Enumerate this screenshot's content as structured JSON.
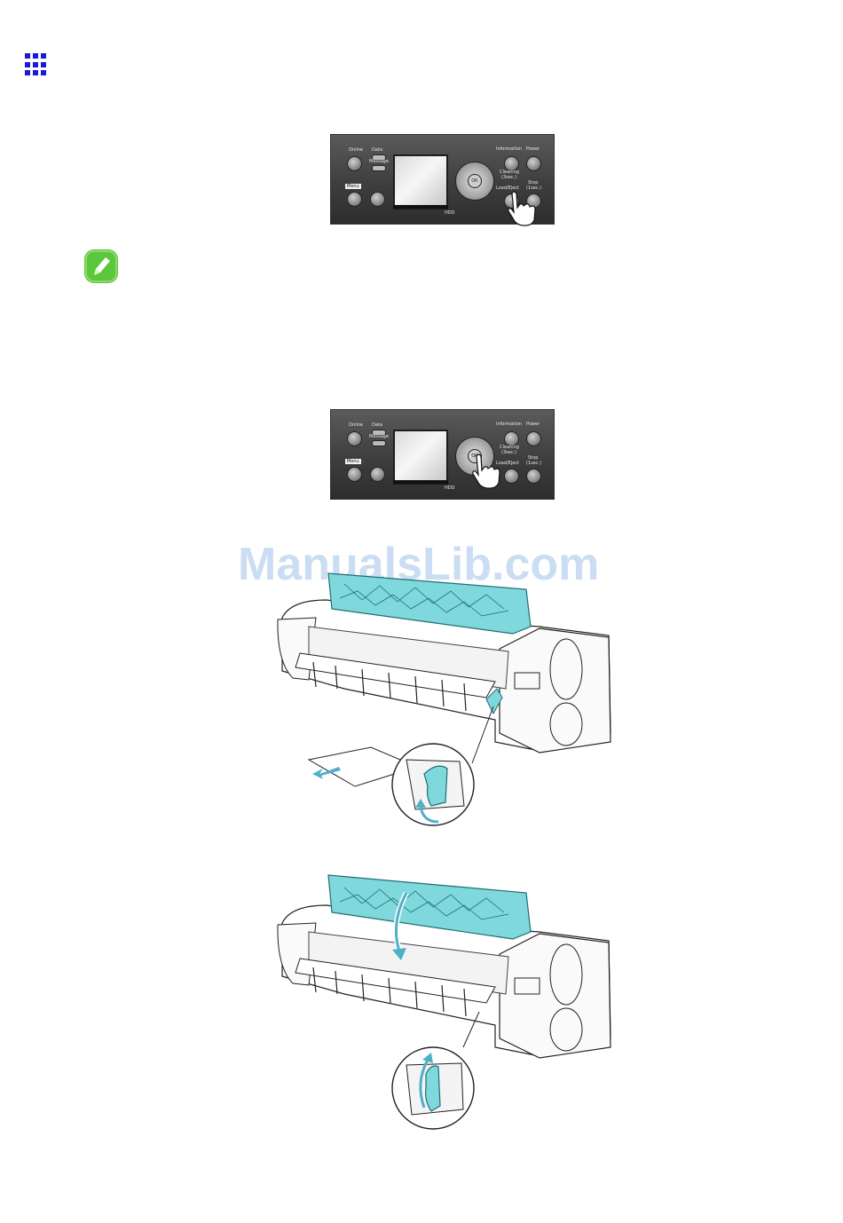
{
  "section_icon": "grid-icon",
  "note_icon": "pencil-note-icon",
  "watermark": "ManualsLib.com",
  "panel_labels": {
    "online": "Online",
    "data": "Data",
    "message": "Message",
    "menu": "Menu",
    "information": "Information",
    "power": "Power",
    "cleaning": "Cleaning",
    "cleaning_time": "(3sec.)",
    "load_eject": "Load/Eject",
    "stop": "Stop",
    "stop_time": "(1sec.)",
    "hdd": "HDD",
    "ok": "OK"
  },
  "colors": {
    "grid_icon": "#1b1bd6",
    "note_green": "#5cc73a",
    "highlight_cyan": "#7fd8dc",
    "watermark": "#a9c7ec"
  }
}
